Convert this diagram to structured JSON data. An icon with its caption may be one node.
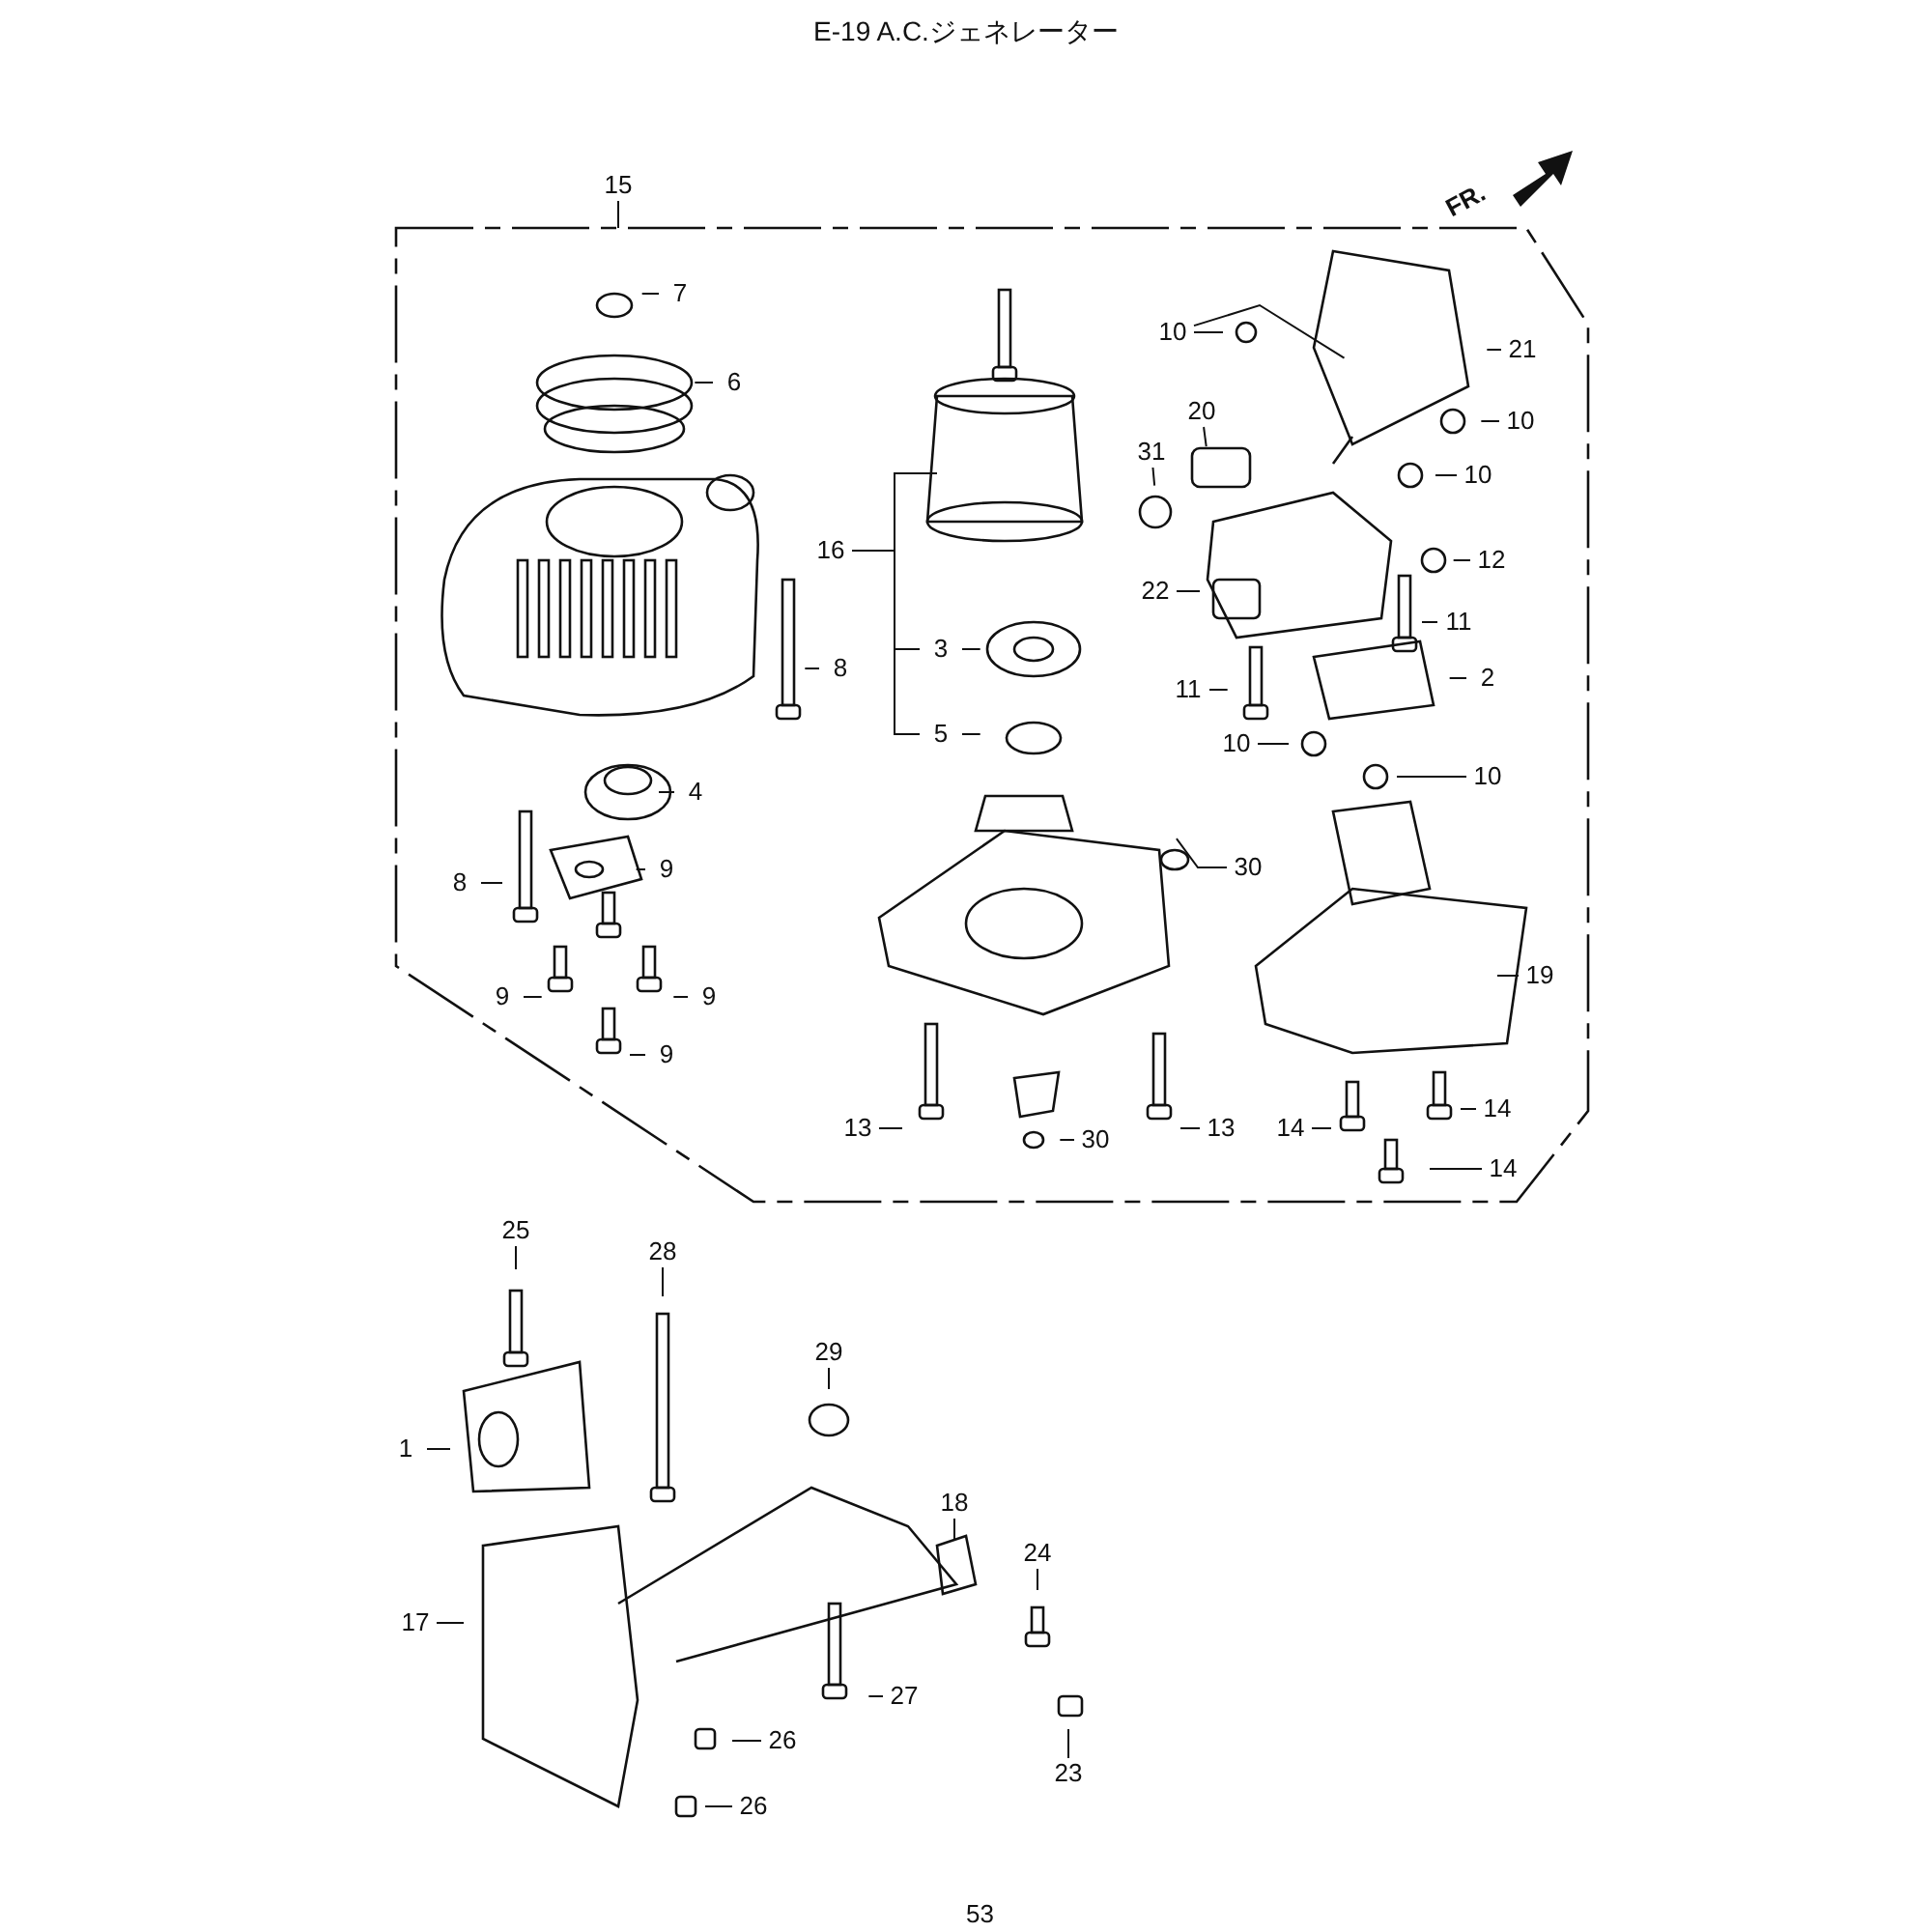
{
  "diagram": {
    "title": "E-19 A.C.ジェネレーター",
    "nodes": [
      {
        "text": [
          "15"
        ]
      },
      {
        "text": [],
        "shape": "box"
      },
      {
        "text": [
          "7"
        ],
        "in": 1
      },
      {
        "text": [
          "6"
        ],
        "in": 1
      },
      {
        "text": [
          "8"
        ],
        "in": 1
      },
      {
        "text": [
          "4"
        ],
        "in": 1
      },
      {
        "text": [
          "8"
        ],
        "in": 1
      },
      {
        "text": [
          "9"
        ],
        "in": 1
      },
      {
        "text": [
          "9"
        ],
        "in": 1
      },
      {
        "text": [
          "9"
        ],
        "in": 1
      },
      {
        "text": [
          "9"
        ],
        "in": 1
      },
      {
        "text": [
          "16"
        ],
        "in": 1
      },
      {
        "text": [
          "3"
        ],
        "in": 1
      },
      {
        "text": [
          "5"
        ],
        "in": 1
      },
      {
        "text": [
          "10"
        ],
        "in": 1
      },
      {
        "text": [
          "21"
        ],
        "in": 1
      },
      {
        "text": [
          "10"
        ],
        "in": 1
      },
      {
        "text": [
          "10"
        ],
        "in": 1
      },
      {
        "text": [
          "20"
        ],
        "in": 1
      },
      {
        "text": [
          "31"
        ],
        "in": 1
      },
      {
        "text": [
          "22"
        ],
        "in": 1
      },
      {
        "text": [
          "12"
        ],
        "in": 1
      },
      {
        "text": [
          "11"
        ],
        "in": 1
      },
      {
        "text": [
          "11"
        ],
        "in": 1
      },
      {
        "text": [
          "2"
        ],
        "in": 1
      },
      {
        "text": [
          "10"
        ],
        "in": 1
      },
      {
        "text": [
          "10"
        ],
        "in": 1
      },
      {
        "text": [
          "30"
        ],
        "in": 1
      },
      {
        "text": [
          "19"
        ],
        "in": 1
      },
      {
        "text": [
          "13"
        ],
        "in": 1
      },
      {
        "text": [
          "30"
        ],
        "in": 1
      },
      {
        "text": [
          "13"
        ],
        "in": 1
      },
      {
        "text": [
          "14"
        ],
        "in": 1
      },
      {
        "text": [
          "14"
        ],
        "in": 1
      },
      {
        "text": [
          "14"
        ],
        "in": 1
      },
      {
        "text": [
          "25"
        ]
      },
      {
        "text": [
          "28"
        ]
      },
      {
        "text": [
          "29"
        ]
      },
      {
        "text": [
          "1"
        ]
      },
      {
        "text": [
          "18"
        ]
      },
      {
        "text": [
          "24"
        ]
      },
      {
        "text": [
          "17"
        ]
      },
      {
        "text": [
          "27"
        ]
      },
      {
        "text": [
          "26"
        ]
      },
      {
        "text": [
          "23"
        ]
      },
      {
        "text": [
          "26"
        ]
      }
    ],
    "edges": [
      {
        "from": 0,
        "to": 1,
        "arrow": "none"
      },
      {
        "from": 2,
        "to": null,
        "arrow": "none"
      },
      {
        "from": 3,
        "to": null,
        "arrow": "none"
      },
      {
        "from": 4,
        "to": null,
        "arrow": "none"
      },
      {
        "from": 5,
        "to": null,
        "arrow": "none"
      },
      {
        "from": 6,
        "to": null,
        "arrow": "none"
      },
      {
        "from": 7,
        "to": null,
        "arrow": "none"
      },
      {
        "from": 8,
        "to": null,
        "arrow": "none"
      },
      {
        "from": 9,
        "to": null,
        "arrow": "none"
      },
      {
        "from": 10,
        "to": null,
        "arrow": "none"
      },
      {
        "from": 11,
        "to": null,
        "arrow": "none"
      },
      {
        "from": 11,
        "to": 12,
        "arrow": "none"
      },
      {
        "from": 11,
        "to": 13,
        "arrow": "none"
      },
      {
        "from": 12,
        "to": null,
        "arrow": "none"
      },
      {
        "from": 13,
        "to": null,
        "arrow": "none"
      },
      {
        "from": 14,
        "to": null,
        "arrow": "none"
      },
      {
        "from": 14,
        "to": null,
        "arrow": "none"
      },
      {
        "from": 15,
        "to": null,
        "arrow": "none"
      },
      {
        "from": 16,
        "to": null,
        "arrow": "none"
      },
      {
        "from": 17,
        "to": null,
        "arrow": "none"
      },
      {
        "from": 18,
        "to": null,
        "arrow": "none"
      },
      {
        "from": 19,
        "to": null,
        "arrow": "none"
      },
      {
        "from": 20,
        "to": null,
        "arrow": "none"
      },
      {
        "from": 21,
        "to": null,
        "arrow": "none"
      },
      {
        "from": 22,
        "to": null,
        "arrow": "none"
      },
      {
        "from": 23,
        "to": null,
        "arrow": "none"
      },
      {
        "from": 24,
        "to": null,
        "arrow": "none"
      },
      {
        "from": 25,
        "to": null,
        "arrow": "none"
      },
      {
        "from": 26,
        "to": null,
        "arrow": "none"
      },
      {
        "from": 27,
        "to": null,
        "arrow": "none"
      },
      {
        "from": 28,
        "to": null,
        "arrow": "none"
      },
      {
        "from": 29,
        "to": null,
        "arrow": "none"
      },
      {
        "from": 30,
        "to": null,
        "arrow": "none"
      },
      {
        "from": 31,
        "to": null,
        "arrow": "none"
      },
      {
        "from": 32,
        "to": null,
        "arrow": "none"
      },
      {
        "from": 33,
        "to": null,
        "arrow": "none"
      },
      {
        "from": 34,
        "to": null,
        "arrow": "none"
      },
      {
        "from": 35,
        "to": null,
        "arrow": "none"
      },
      {
        "from": 36,
        "to": null,
        "arrow": "none"
      },
      {
        "from": 37,
        "to": null,
        "arrow": "none"
      },
      {
        "from": 38,
        "to": null,
        "arrow": "none"
      },
      {
        "from": 39,
        "to": null,
        "arrow": "none"
      },
      {
        "from": 40,
        "to": null,
        "arrow": "none"
      },
      {
        "from": 41,
        "to": null,
        "arrow": "none"
      },
      {
        "from": 42,
        "to": null,
        "arrow": "none"
      },
      {
        "from": 43,
        "to": null,
        "arrow": "none"
      },
      {
        "from": 44,
        "to": null,
        "arrow": "none"
      },
      {
        "from": 45,
        "to": null,
        "arrow": "none"
      }
    ],
    "labels": [
      "FR.",
      "53"
    ]
  }
}
